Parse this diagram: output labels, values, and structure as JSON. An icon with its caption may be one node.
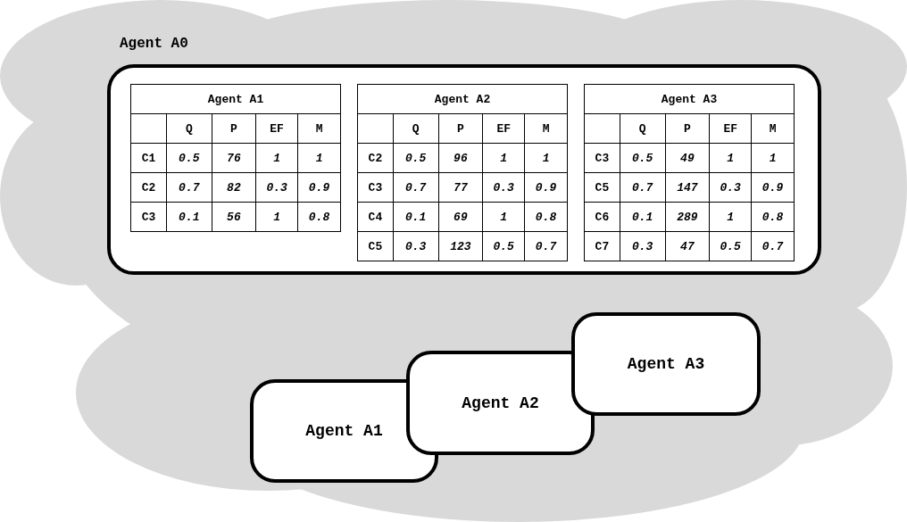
{
  "diagram": {
    "nodes": [
      {
        "text": [],
        "shape": "cloud"
      },
      {
        "text": [
          "Agent A0"
        ],
        "in": 0
      },
      {
        "text": [
          "Agent A1"
        ],
        "in": 1
      },
      {
        "text": [
          "Agent A2"
        ],
        "in": 1
      },
      {
        "text": [
          "Agent A3"
        ],
        "in": 1
      },
      {
        "text": [
          "Agent A1"
        ]
      },
      {
        "text": [
          "Agent A2"
        ]
      },
      {
        "text": [
          "Agent A3"
        ]
      }
    ],
    "labels": [
      "Q",
      "P",
      "EF",
      "M",
      "C1",
      "0.5",
      "76",
      "1",
      "1",
      "C2",
      "0.7",
      "82",
      "0.3",
      "0.9",
      "C3",
      "0.1",
      "56",
      "1",
      "0.8",
      "Q",
      "P",
      "EF",
      "M",
      "C2",
      "0.5",
      "96",
      "1",
      "1",
      "C3",
      "0.7",
      "77",
      "0.3",
      "0.9",
      "C4",
      "0.1",
      "69",
      "1",
      "0.8",
      "C5",
      "0.3",
      "123",
      "0.5",
      "0.7",
      "Q",
      "P",
      "EF",
      "M",
      "C3",
      "0.5",
      "49",
      "1",
      "1",
      "C5",
      "0.7",
      "147",
      "0.3",
      "0.9",
      "C6",
      "0.1",
      "289",
      "1",
      "0.8",
      "C7",
      "0.3",
      "47",
      "0.5",
      "0.7"
    ]
  }
}
